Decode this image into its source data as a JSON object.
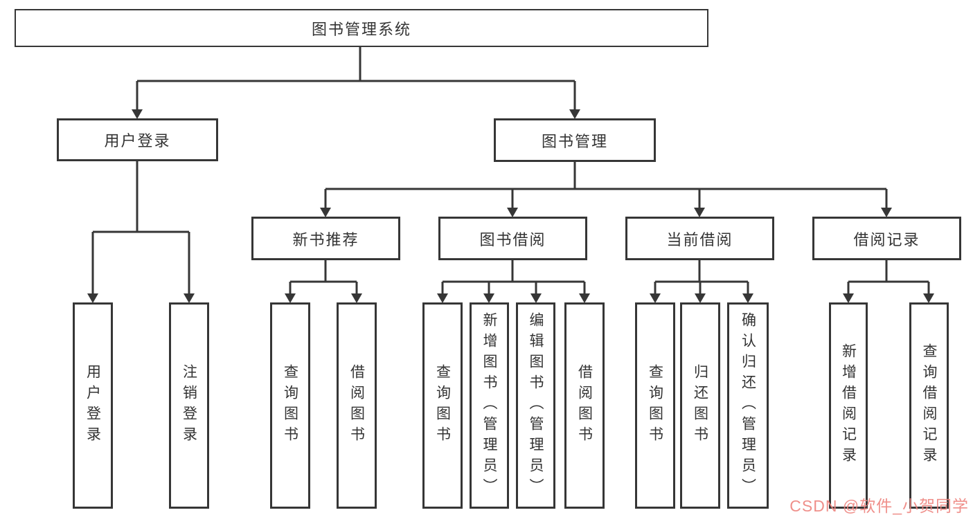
{
  "diagram": {
    "root": "图书管理系统",
    "level2": [
      "用户登录",
      "图书管理"
    ],
    "level3": [
      "新书推荐",
      "图书借阅",
      "当前借阅",
      "借阅记录"
    ],
    "leaves": [
      "用户登录",
      "注销登录",
      "查询图书",
      "借阅图书",
      "查询图书",
      "新增图书（管理员）",
      "编辑图书（管理员）",
      "借阅图书",
      "查询图书",
      "归还图书",
      "确认归还（管理员）",
      "新增借阅记录",
      "查询借阅记录"
    ],
    "hierarchy": {
      "图书管理系统": [
        "用户登录",
        "图书管理"
      ],
      "用户登录": [
        "用户登录",
        "注销登录"
      ],
      "图书管理": [
        "新书推荐",
        "图书借阅",
        "当前借阅",
        "借阅记录"
      ],
      "新书推荐": [
        "查询图书",
        "借阅图书"
      ],
      "图书借阅": [
        "查询图书",
        "新增图书（管理员）",
        "编辑图书（管理员）",
        "借阅图书"
      ],
      "当前借阅": [
        "查询图书",
        "归还图书",
        "确认归还（管理员）"
      ],
      "借阅记录": [
        "新增借阅记录",
        "查询借阅记录"
      ]
    }
  },
  "watermark": "CSDN @软件_小贺同学",
  "colors": {
    "line": "#363636",
    "node_border": "#363636",
    "node_fill": "#ffffff",
    "text": "#333333",
    "watermark": "#ee837e",
    "background": "#ffffff"
  }
}
